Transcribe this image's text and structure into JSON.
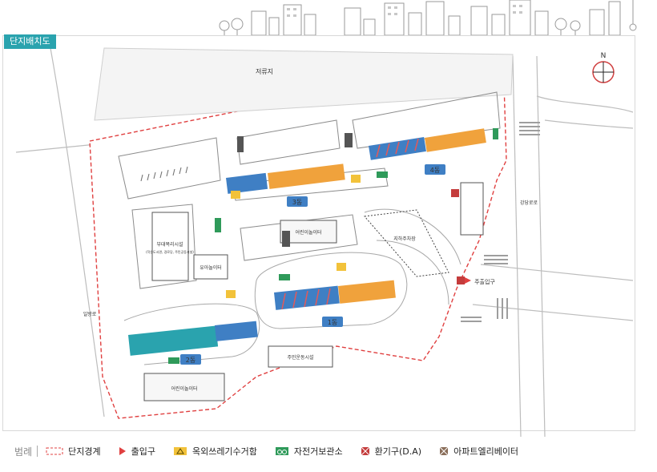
{
  "title": "단지배치도",
  "compass_letter": "N",
  "labels": {
    "parking_lot": "저류지",
    "bldg1": "1동",
    "bldg2": "2동",
    "bldg3": "3동",
    "bldg4": "4동",
    "welfare": "부대복리시설",
    "welfare_sub": "(작은도서관, 경로당, 주민공동시설)",
    "daycare": "유아놀이터",
    "playground_top": "어린이놀이터",
    "playground_bottom": "어린이놀이터",
    "fitness": "주민운동시설",
    "main_entrance": "주출입구",
    "underground": "지하주차장",
    "road_left": "일방로",
    "road_right": "강당로로"
  },
  "legend": {
    "title": "범례",
    "items": [
      {
        "label": "단지경계",
        "icon": "boundary-dash-icon"
      },
      {
        "label": "출입구",
        "icon": "entrance-triangle-icon"
      },
      {
        "label": "옥외쓰레기수거함",
        "icon": "trash-icon"
      },
      {
        "label": "자전거보관소",
        "icon": "bicycle-icon"
      },
      {
        "label": "환기구(D.A)",
        "icon": "vent-icon"
      },
      {
        "label": "아파트엘리베이터",
        "icon": "elevator-icon"
      }
    ]
  },
  "colors": {
    "teal": "#2aa3ae",
    "blue": "#3f7fc4",
    "orange": "#f0a23c",
    "red": "#e25a5a",
    "green": "#2f9a5a",
    "boundary": "#e04040"
  }
}
